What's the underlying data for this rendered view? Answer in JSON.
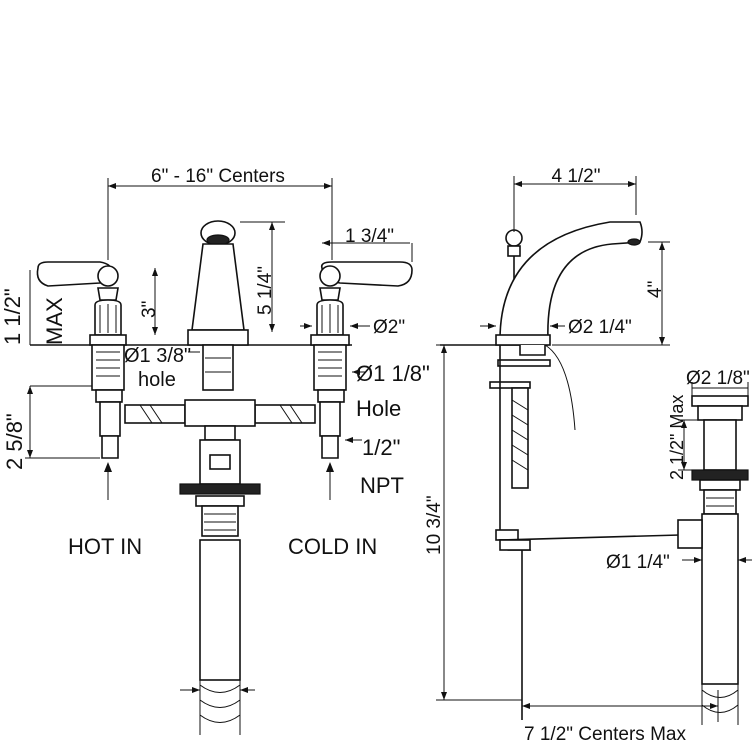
{
  "front_view": {
    "centers": "6\" - 16\" Centers",
    "max_height": "1 1/2\"",
    "max_word": "MAX",
    "handle_height": "3\"",
    "spout_height": "5 1/4\"",
    "handle_offset": "1 3/4\"",
    "handle_dia": "Ø2\"",
    "spout_hole": "Ø1 3/8\"",
    "spout_hole_word": "hole",
    "handle_hole": "Ø1 1/8\"",
    "handle_hole_word": "Hole",
    "shank_length": "2 5/8\"",
    "npt_size": "1/2\"",
    "npt_word": "NPT",
    "hot_in": "HOT IN",
    "cold_in": "COLD IN"
  },
  "side_view": {
    "reach": "4 1/2\"",
    "spout_rise": "4\"",
    "base_dia": "Ø2 1/4\"",
    "total_depth": "10 3/4\"",
    "rod_centers": "7 1/2\" Centers Max"
  },
  "drain_view": {
    "flange_dia": "Ø2 1/8\"",
    "body_height": "2 1/2\" Max",
    "tail_dia": "Ø1 1/4\""
  },
  "colors": {
    "line": "#111111",
    "background": "#ffffff"
  }
}
